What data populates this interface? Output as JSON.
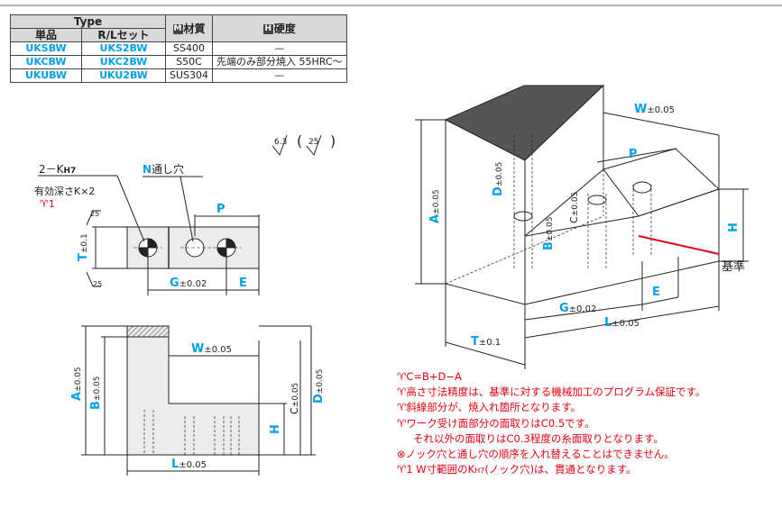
{
  "table": {
    "header_type": "Type",
    "header_single": "単品",
    "header_rl": "R/Lセット",
    "header_material_mark": "M",
    "header_material": "材質",
    "header_hardness_mark": "H",
    "header_hardness": "硬度",
    "rows": [
      {
        "single": "UKSBW",
        "rl": "UKS2BW",
        "material": "SS400",
        "hardness": "—"
      },
      {
        "single": "UKCBW",
        "rl": "UKC2BW",
        "material": "S50C",
        "hardness": "先端のみ部分焼入 55HRC～"
      },
      {
        "single": "UKUBW",
        "rl": "UKU2BW",
        "material": "SUS304",
        "hardness": "—"
      }
    ]
  },
  "roughness": {
    "primary": "6.3",
    "secondary": "25"
  },
  "top_view": {
    "k_label": "2－K",
    "k_sub": "H7",
    "k_depth": "有効深さK×2",
    "k_note": "1",
    "n_label": "N",
    "n_text": "通し穴",
    "p": "P",
    "t": "T",
    "t_tol": "±0.1",
    "g": "G",
    "g_tol": "±0.02",
    "e": "E",
    "rough_top": "25",
    "rough_bottom": "25"
  },
  "front_view": {
    "a": "A",
    "a_tol": "±0.05",
    "b": "B",
    "b_tol": "±0.05",
    "w": "W",
    "w_tol": "±0.05",
    "c": "C",
    "c_tol": "±0.05",
    "d": "D",
    "d_tol": "±0.05",
    "h": "H",
    "l": "L",
    "l_tol": "±0.05"
  },
  "iso_view": {
    "w": "W",
    "w_tol": "±0.05",
    "p": "P",
    "d": "D",
    "d_tol": "±0.05",
    "c": "C",
    "c_tol": "±0.05",
    "b": "B",
    "b_tol": "±0.05",
    "a": "A",
    "a_tol": "±0.05",
    "h": "H",
    "e": "E",
    "g": "G",
    "g_tol": "±0.02",
    "l": "L",
    "l_tol": "±0.05",
    "t": "T",
    "t_tol": "±0.1",
    "datum": "基準"
  },
  "notes": [
    "C=B+D−A",
    "高さ寸法精度は、基準に対する機械加工のプログラム保証です。",
    "斜線部分が、焼入れ箇所となります。",
    "ワーク受け面部分の面取りはC0.5です。",
    "それ以外の面取りはC0.3程度の糸面取りとなります。",
    "ノック穴と通し穴の順序を入れ替えることはできません。",
    "1 W寸範囲のK",
    "H7",
    "(ノック穴)は、貫通となります。"
  ],
  "colors": {
    "accent": "#00a0e9",
    "note": "#e60012",
    "hatch": "#555555",
    "datum_line": "#e60012"
  }
}
